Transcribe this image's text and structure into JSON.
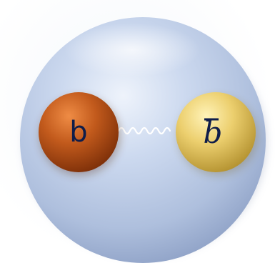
{
  "diagram": {
    "quark": {
      "label": "b",
      "color": "#b8561a"
    },
    "antiquark": {
      "label": "b",
      "overbar": true,
      "color": "#ecd170"
    },
    "gluon": {
      "icon": "wavy-line",
      "color": "#ffffff"
    },
    "hadron": {
      "color": "#c3d1ea"
    }
  }
}
